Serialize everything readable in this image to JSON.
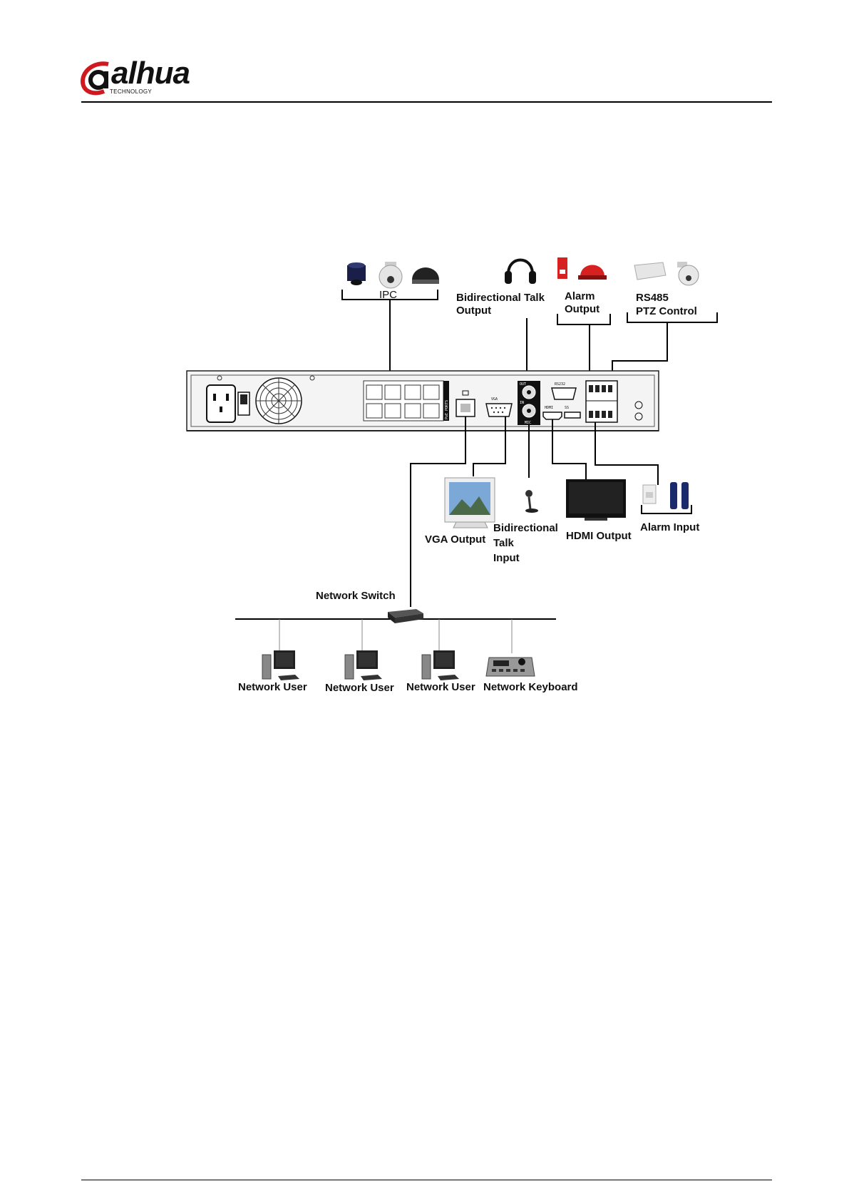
{
  "brand": {
    "name": "alhua",
    "tagline": "TECHNOLOGY"
  },
  "diagram": {
    "labels": {
      "ipc": "IPC",
      "bidirectional_talk_output_1": "Bidirectional Talk",
      "bidirectional_talk_output_2": "Output",
      "alarm_output_1": "Alarm",
      "alarm_output_2": "Output",
      "rs485_1": "RS485",
      "rs485_2": "PTZ Control",
      "vga_output": "VGA Output",
      "bidirectional_talk_input_1": "Bidirectional",
      "bidirectional_talk_input_2": "Talk",
      "bidirectional_talk_input_3": "Input",
      "hdmi_output": "HDMI Output",
      "alarm_input": "Alarm Input",
      "network_switch": "Network Switch",
      "network_user_1": "Network User",
      "network_user_2": "Network User",
      "network_user_3": "Network User",
      "network_keyboard": "Network Keyboard"
    },
    "panel": {
      "poe_label": "PoE PORTS",
      "vga_port": "VGA",
      "hdmi_port": "HDMI",
      "rs232_port": "RS232",
      "usb_port": "SS",
      "audio_out": "OUT",
      "audio_in": "IN",
      "mic": "MIC"
    }
  }
}
